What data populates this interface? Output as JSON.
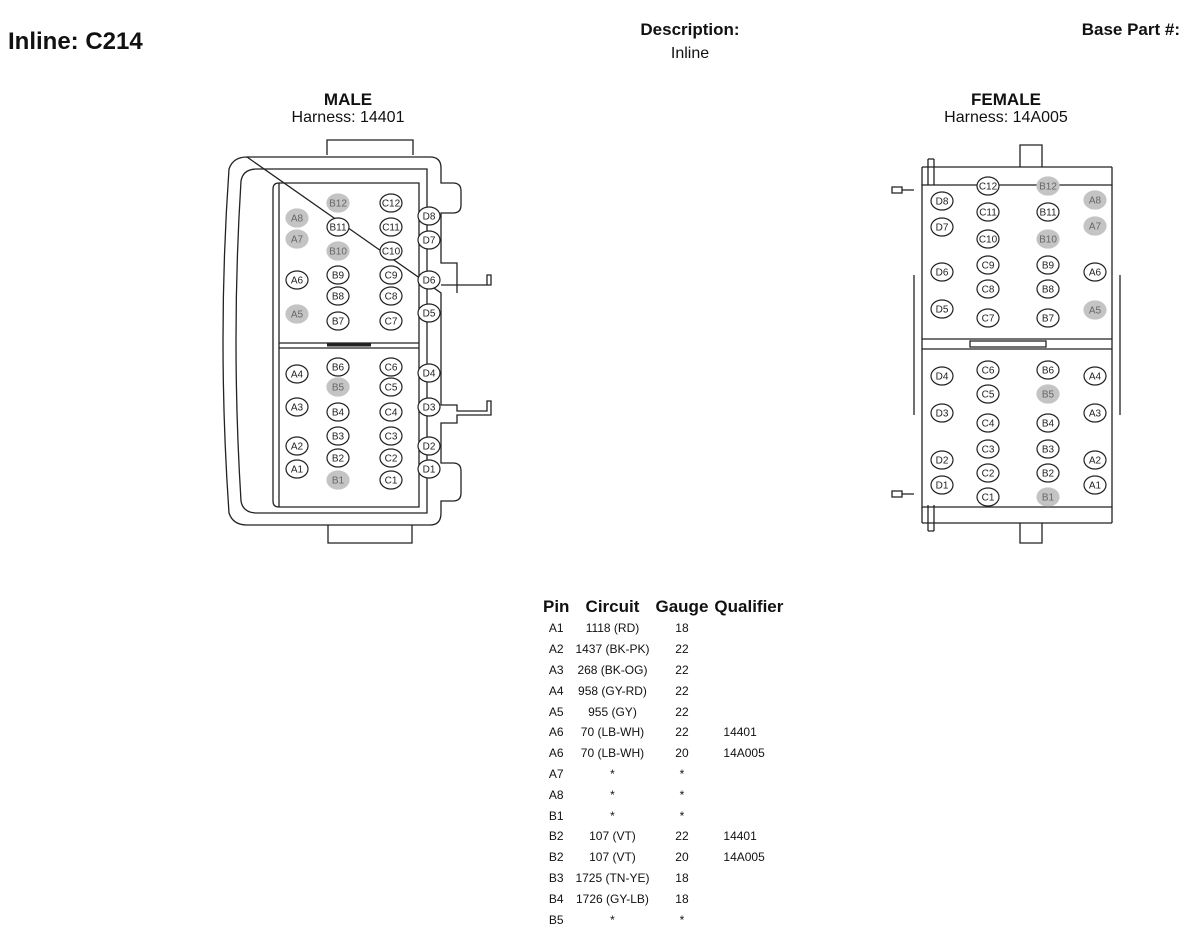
{
  "header": {
    "title": "Inline: C214",
    "description_label": "Description:",
    "description_value": "Inline",
    "base_part_label": "Base Part #:"
  },
  "male": {
    "label": "MALE",
    "harness": "Harness: 14401",
    "pins": [
      {
        "id": "A8",
        "shaded": true
      },
      {
        "id": "A7",
        "shaded": true
      },
      {
        "id": "A6",
        "shaded": false
      },
      {
        "id": "A5",
        "shaded": true
      },
      {
        "id": "A4",
        "shaded": false
      },
      {
        "id": "A3",
        "shaded": false
      },
      {
        "id": "A2",
        "shaded": false
      },
      {
        "id": "A1",
        "shaded": false
      },
      {
        "id": "B12",
        "shaded": true
      },
      {
        "id": "B11",
        "shaded": false
      },
      {
        "id": "B10",
        "shaded": true
      },
      {
        "id": "B9",
        "shaded": false
      },
      {
        "id": "B8",
        "shaded": false
      },
      {
        "id": "B7",
        "shaded": false
      },
      {
        "id": "B6",
        "shaded": false
      },
      {
        "id": "B5",
        "shaded": true
      },
      {
        "id": "B4",
        "shaded": false
      },
      {
        "id": "B3",
        "shaded": false
      },
      {
        "id": "B2",
        "shaded": false
      },
      {
        "id": "B1",
        "shaded": true
      },
      {
        "id": "C12",
        "shaded": false
      },
      {
        "id": "C11",
        "shaded": false
      },
      {
        "id": "C10",
        "shaded": false
      },
      {
        "id": "C9",
        "shaded": false
      },
      {
        "id": "C8",
        "shaded": false
      },
      {
        "id": "C7",
        "shaded": false
      },
      {
        "id": "C6",
        "shaded": false
      },
      {
        "id": "C5",
        "shaded": false
      },
      {
        "id": "C4",
        "shaded": false
      },
      {
        "id": "C3",
        "shaded": false
      },
      {
        "id": "C2",
        "shaded": false
      },
      {
        "id": "C1",
        "shaded": false
      },
      {
        "id": "D8",
        "shaded": false
      },
      {
        "id": "D7",
        "shaded": false
      },
      {
        "id": "D6",
        "shaded": false
      },
      {
        "id": "D5",
        "shaded": false
      },
      {
        "id": "D4",
        "shaded": false
      },
      {
        "id": "D3",
        "shaded": false
      },
      {
        "id": "D2",
        "shaded": false
      },
      {
        "id": "D1",
        "shaded": false
      }
    ]
  },
  "female": {
    "label": "FEMALE",
    "harness": "Harness: 14A005",
    "pins": [
      {
        "id": "D8",
        "shaded": false
      },
      {
        "id": "D7",
        "shaded": false
      },
      {
        "id": "D6",
        "shaded": false
      },
      {
        "id": "D5",
        "shaded": false
      },
      {
        "id": "D4",
        "shaded": false
      },
      {
        "id": "D3",
        "shaded": false
      },
      {
        "id": "D2",
        "shaded": false
      },
      {
        "id": "D1",
        "shaded": false
      },
      {
        "id": "C12",
        "shaded": false
      },
      {
        "id": "C11",
        "shaded": false
      },
      {
        "id": "C10",
        "shaded": false
      },
      {
        "id": "C9",
        "shaded": false
      },
      {
        "id": "C8",
        "shaded": false
      },
      {
        "id": "C7",
        "shaded": false
      },
      {
        "id": "C6",
        "shaded": false
      },
      {
        "id": "C5",
        "shaded": false
      },
      {
        "id": "C4",
        "shaded": false
      },
      {
        "id": "C3",
        "shaded": false
      },
      {
        "id": "C2",
        "shaded": false
      },
      {
        "id": "C1",
        "shaded": false
      },
      {
        "id": "B12",
        "shaded": true
      },
      {
        "id": "B11",
        "shaded": false
      },
      {
        "id": "B10",
        "shaded": true
      },
      {
        "id": "B9",
        "shaded": false
      },
      {
        "id": "B8",
        "shaded": false
      },
      {
        "id": "B7",
        "shaded": false
      },
      {
        "id": "B6",
        "shaded": false
      },
      {
        "id": "B5",
        "shaded": true
      },
      {
        "id": "B4",
        "shaded": false
      },
      {
        "id": "B3",
        "shaded": false
      },
      {
        "id": "B2",
        "shaded": false
      },
      {
        "id": "B1",
        "shaded": true
      },
      {
        "id": "A8",
        "shaded": true
      },
      {
        "id": "A7",
        "shaded": true
      },
      {
        "id": "A6",
        "shaded": false
      },
      {
        "id": "A5",
        "shaded": true
      },
      {
        "id": "A4",
        "shaded": false
      },
      {
        "id": "A3",
        "shaded": false
      },
      {
        "id": "A2",
        "shaded": false
      },
      {
        "id": "A1",
        "shaded": false
      }
    ]
  },
  "table": {
    "headers": [
      "Pin",
      "Circuit",
      "Gauge",
      "Qualifier"
    ],
    "rows": [
      [
        "A1",
        "1118 (RD)",
        "18",
        ""
      ],
      [
        "A2",
        "1437 (BK-PK)",
        "22",
        ""
      ],
      [
        "A3",
        "268 (BK-OG)",
        "22",
        ""
      ],
      [
        "A4",
        "958 (GY-RD)",
        "22",
        ""
      ],
      [
        "A5",
        "955 (GY)",
        "22",
        ""
      ],
      [
        "A6",
        "70 (LB-WH)",
        "22",
        "14401"
      ],
      [
        "A6",
        "70 (LB-WH)",
        "20",
        "14A005"
      ],
      [
        "A7",
        "*",
        "*",
        ""
      ],
      [
        "A8",
        "*",
        "*",
        ""
      ],
      [
        "B1",
        "*",
        "*",
        ""
      ],
      [
        "B2",
        "107 (VT)",
        "22",
        "14401"
      ],
      [
        "B2",
        "107 (VT)",
        "20",
        "14A005"
      ],
      [
        "B3",
        "1725 (TN-YE)",
        "18",
        ""
      ],
      [
        "B4",
        "1726 (GY-LB)",
        "18",
        ""
      ],
      [
        "B5",
        "*",
        "*",
        ""
      ]
    ]
  }
}
